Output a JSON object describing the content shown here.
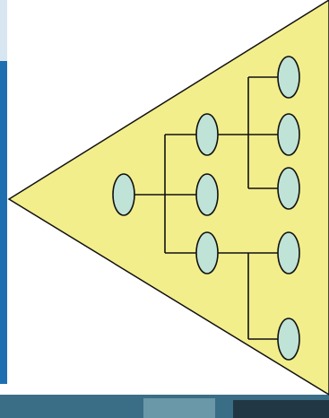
{
  "diagram": {
    "type": "hierarchy-tree",
    "colors": {
      "triangle_fill": "#F2EE8C",
      "triangle_stroke": "#111111",
      "node_fill": "#BFE3D6",
      "node_stroke": "#111111",
      "line_color": "#111111",
      "left_strip_blue": "#1E6FB0",
      "bottom_strip": "#3A6E86",
      "background": "#FFFFFF"
    },
    "nodes": [
      {
        "id": "root",
        "level": 0
      },
      {
        "id": "n1",
        "level": 1
      },
      {
        "id": "n2",
        "level": 1
      },
      {
        "id": "n3",
        "level": 1
      },
      {
        "id": "n1a",
        "level": 2
      },
      {
        "id": "n1b",
        "level": 2
      },
      {
        "id": "n1c",
        "level": 2
      },
      {
        "id": "n3a",
        "level": 2
      },
      {
        "id": "n3b",
        "level": 2
      }
    ],
    "edges": [
      [
        "root",
        "n1"
      ],
      [
        "root",
        "n2"
      ],
      [
        "root",
        "n3"
      ],
      [
        "n1",
        "n1a"
      ],
      [
        "n1",
        "n1b"
      ],
      [
        "n1",
        "n1c"
      ],
      [
        "n3",
        "n3a"
      ],
      [
        "n3",
        "n3b"
      ]
    ]
  }
}
